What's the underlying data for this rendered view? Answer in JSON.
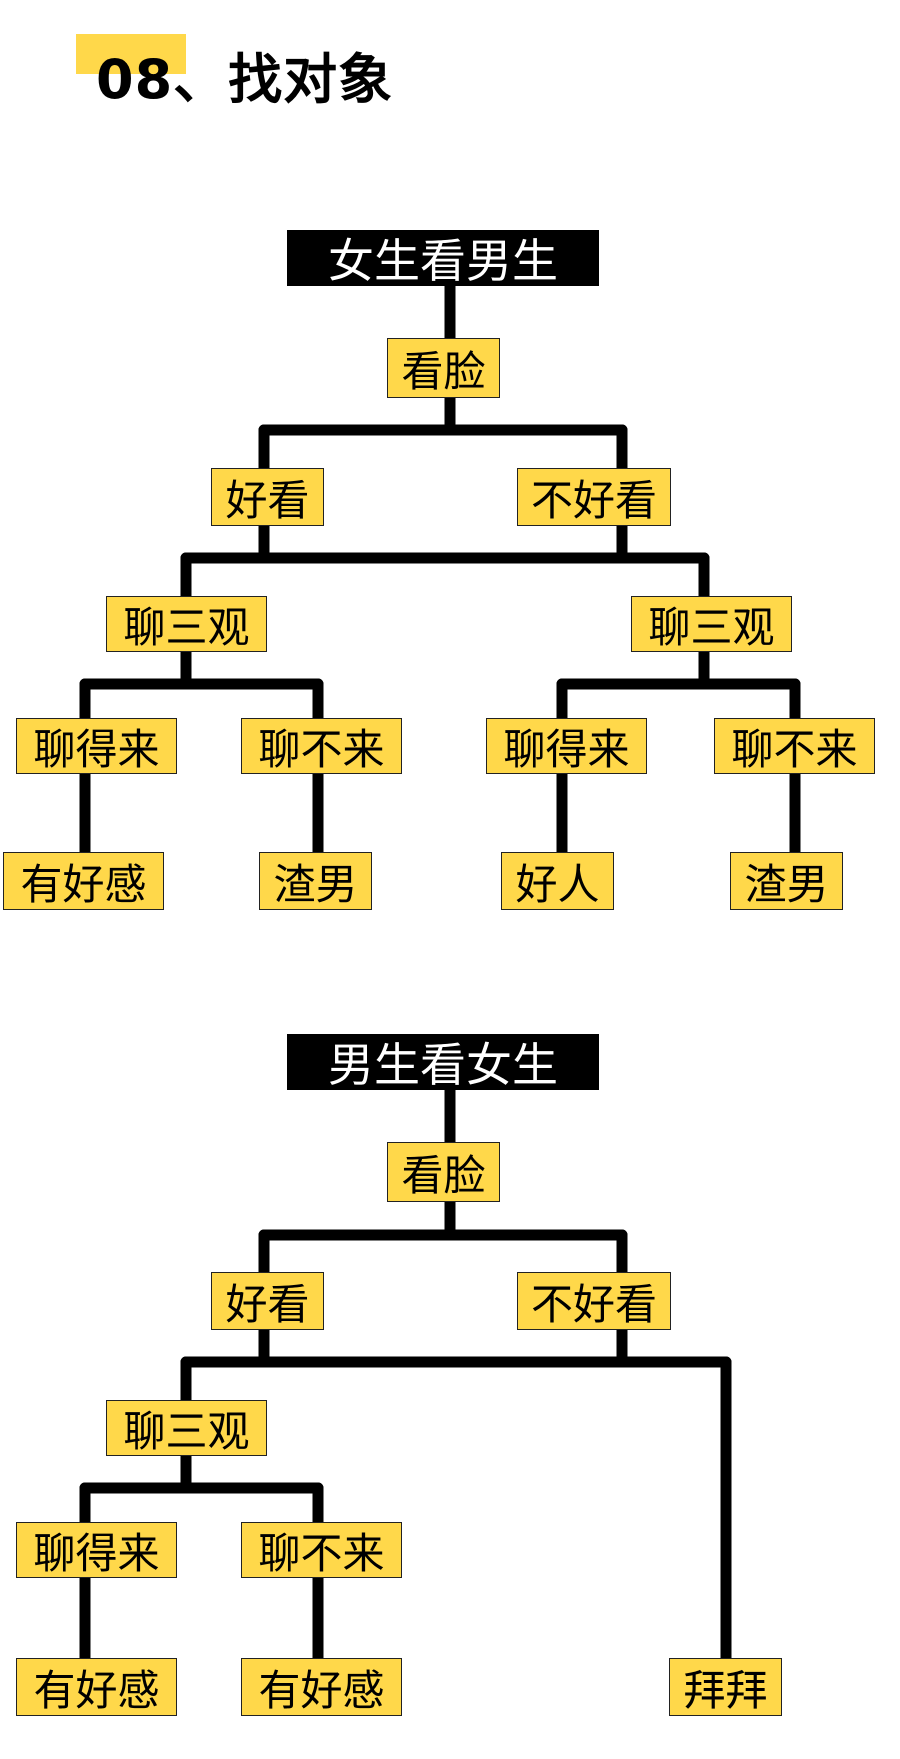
{
  "header": {
    "title": "08、找对象"
  },
  "tree1": {
    "root": "女生看男生",
    "l1": "看脸",
    "l2": {
      "a": "好看",
      "b": "不好看"
    },
    "l3": {
      "a": "聊三观",
      "b": "聊三观"
    },
    "l4": {
      "a": "聊得来",
      "b": "聊不来",
      "c": "聊得来",
      "d": "聊不来"
    },
    "l5": {
      "a": "有好感",
      "b": "渣男",
      "c": "好人",
      "d": "渣男"
    }
  },
  "tree2": {
    "root": "男生看女生",
    "l1": "看脸",
    "l2": {
      "a": "好看",
      "b": "不好看"
    },
    "l3": {
      "a": "聊三观"
    },
    "l4": {
      "a": "聊得来",
      "b": "聊不来"
    },
    "l5": {
      "a": "有好感",
      "b": "有好感",
      "c": "拜拜"
    }
  },
  "colors": {
    "box_fill": "#ffd84a",
    "root_fill": "#000000",
    "root_text": "#ffffff",
    "line": "#000000"
  }
}
